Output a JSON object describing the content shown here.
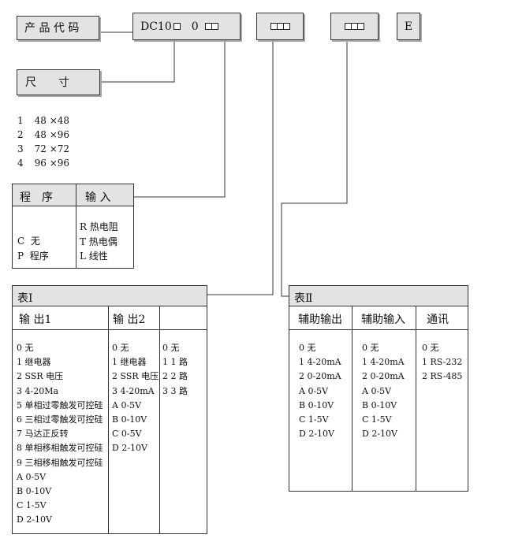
{
  "product_code": {
    "label": "产 品 代 码",
    "model_prefix": "DC10",
    "model_zero": "0",
    "suffix_e": "E"
  },
  "size": {
    "label": "尺　　寸",
    "options": [
      {
        "code": "1",
        "value": "48 ×48"
      },
      {
        "code": "2",
        "value": "48 ×96"
      },
      {
        "code": "3",
        "value": "72 ×72"
      },
      {
        "code": "4",
        "value": "96 ×96"
      }
    ]
  },
  "program_input": {
    "program_header": "程　序",
    "input_header": "输 入",
    "program_options": [
      {
        "code": "C",
        "value": "无"
      },
      {
        "code": "P",
        "value": "程序"
      }
    ],
    "input_options": [
      {
        "code": "R",
        "value": "热电阻"
      },
      {
        "code": "T",
        "value": "热电偶"
      },
      {
        "code": "L",
        "value": "线性"
      }
    ]
  },
  "table1": {
    "title": "表Ⅰ",
    "col1_header": "输 出1",
    "col2_header": "输 出2",
    "col3_header": "",
    "col1": [
      "0 无",
      "1 继电器",
      "2 SSR 电压",
      "3 4-20Ma",
      "5 单相过零触发可控硅",
      "6 三相过零触发可控硅",
      "7 马达正反转",
      "8 单相移相触发可控硅",
      "9 三相移相触发可控硅",
      "A 0-5V",
      "B 0-10V",
      "C 1-5V",
      "D 2-10V"
    ],
    "col2": [
      "0 无",
      "1 继电器",
      "2 SSR 电压",
      "3 4-20mA",
      "A 0-5V",
      "B 0-10V",
      "C 0-5V",
      "D 2-10V"
    ],
    "col3": [
      "0 无",
      "1 1 路",
      "2 2 路",
      "3 3 路"
    ]
  },
  "table2": {
    "title": "表Ⅱ",
    "col1_header": "辅助输出",
    "col2_header": "辅助输入",
    "col3_header": "通讯",
    "col1": [
      "0 无",
      "1 4-20mA",
      "2 0-20mA",
      "A 0-5V",
      "B 0-10V",
      "C 1-5V",
      "D 2-10V"
    ],
    "col2": [
      "0 无",
      "1 4-20mA",
      "2 0-20mA",
      "A 0-5V",
      "B 0-10V",
      "C 1-5V",
      "D 2-10V"
    ],
    "col3": [
      "0 无",
      "1 RS-232",
      "2 RS-485"
    ]
  }
}
